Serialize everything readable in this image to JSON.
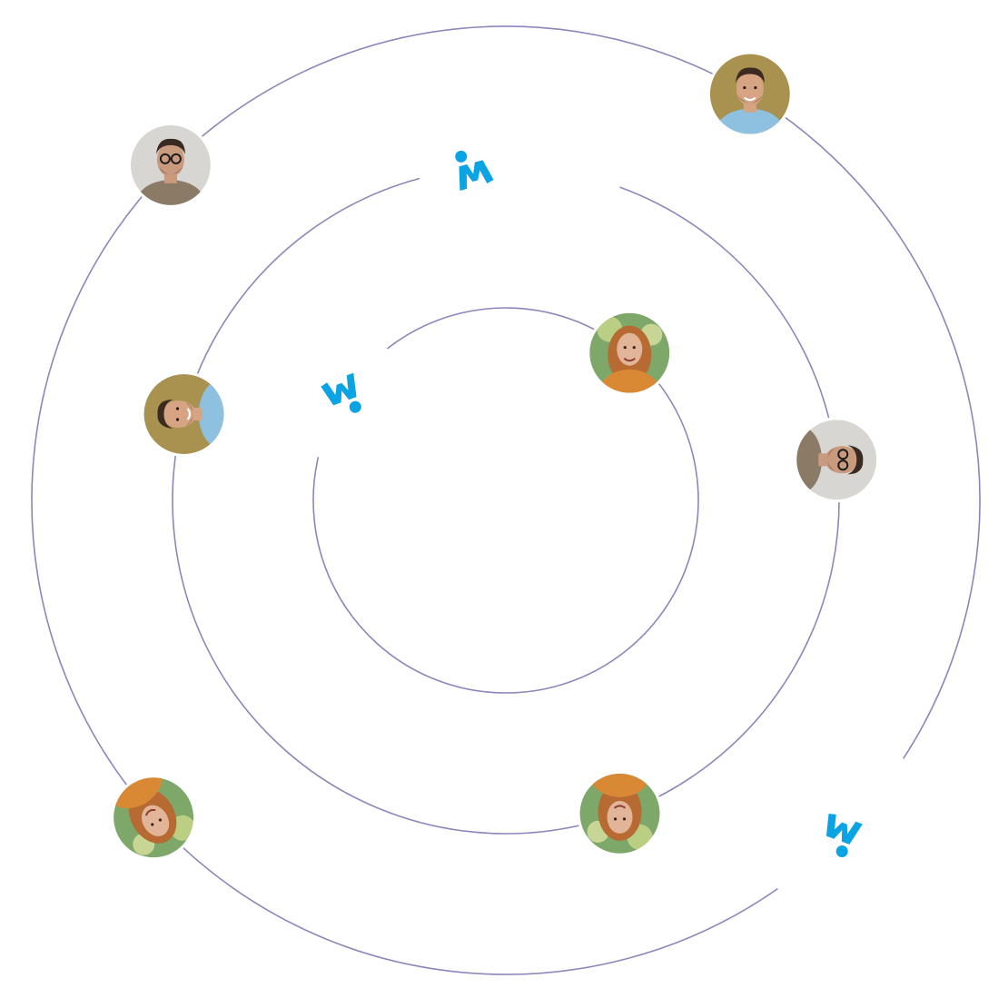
{
  "colors": {
    "orbit": "#8e86bb",
    "brand": "#0aa3e3",
    "background": "#ffffff"
  },
  "orbits": [
    {
      "name": "inner-orbit"
    },
    {
      "name": "middle-orbit"
    },
    {
      "name": "outer-orbit"
    }
  ],
  "avatars": [
    {
      "name": "avatar-man-glasses-outer",
      "kind": "man-glasses",
      "bg": "#d8d6d2",
      "skin": "#c99a7e",
      "hair": "#3a2b22",
      "shirt": "#8a7a66",
      "rotation": 0
    },
    {
      "name": "avatar-man-smiling-outer",
      "kind": "man-smiling",
      "bg": "#a9924f",
      "skin": "#d6a383",
      "hair": "#3b2a1f",
      "shirt": "#8ec1df",
      "rotation": 0
    },
    {
      "name": "avatar-woman-inner",
      "kind": "woman",
      "bg": "#7ea76a",
      "skin": "#e2b599",
      "hair": "#b86a33",
      "shirt": "#d98934",
      "rotation": 0
    },
    {
      "name": "avatar-man-glasses-middle",
      "kind": "man-glasses",
      "bg": "#d8d6d2",
      "skin": "#c99a7e",
      "hair": "#3a2b22",
      "shirt": "#8a7a66",
      "rotation": 90
    },
    {
      "name": "avatar-man-smiling-middle",
      "kind": "man-smiling",
      "bg": "#a9924f",
      "skin": "#d6a383",
      "hair": "#3b2a1f",
      "shirt": "#8ec1df",
      "rotation": -90
    },
    {
      "name": "avatar-woman-middle-bottom",
      "kind": "woman",
      "bg": "#7ea76a",
      "skin": "#e2b599",
      "hair": "#b86a33",
      "shirt": "#d98934",
      "rotation": 180
    },
    {
      "name": "avatar-woman-outer-bottom",
      "kind": "woman",
      "bg": "#7ea76a",
      "skin": "#e2b599",
      "hair": "#b86a33",
      "shirt": "#d98934",
      "rotation": 150
    }
  ],
  "logos": [
    {
      "name": "brand-logo-icon-middle-top",
      "rotation": -15
    },
    {
      "name": "brand-logo-icon-inner-bottom",
      "rotation": 160
    },
    {
      "name": "brand-logo-icon-outer-right",
      "rotation": 200
    }
  ]
}
